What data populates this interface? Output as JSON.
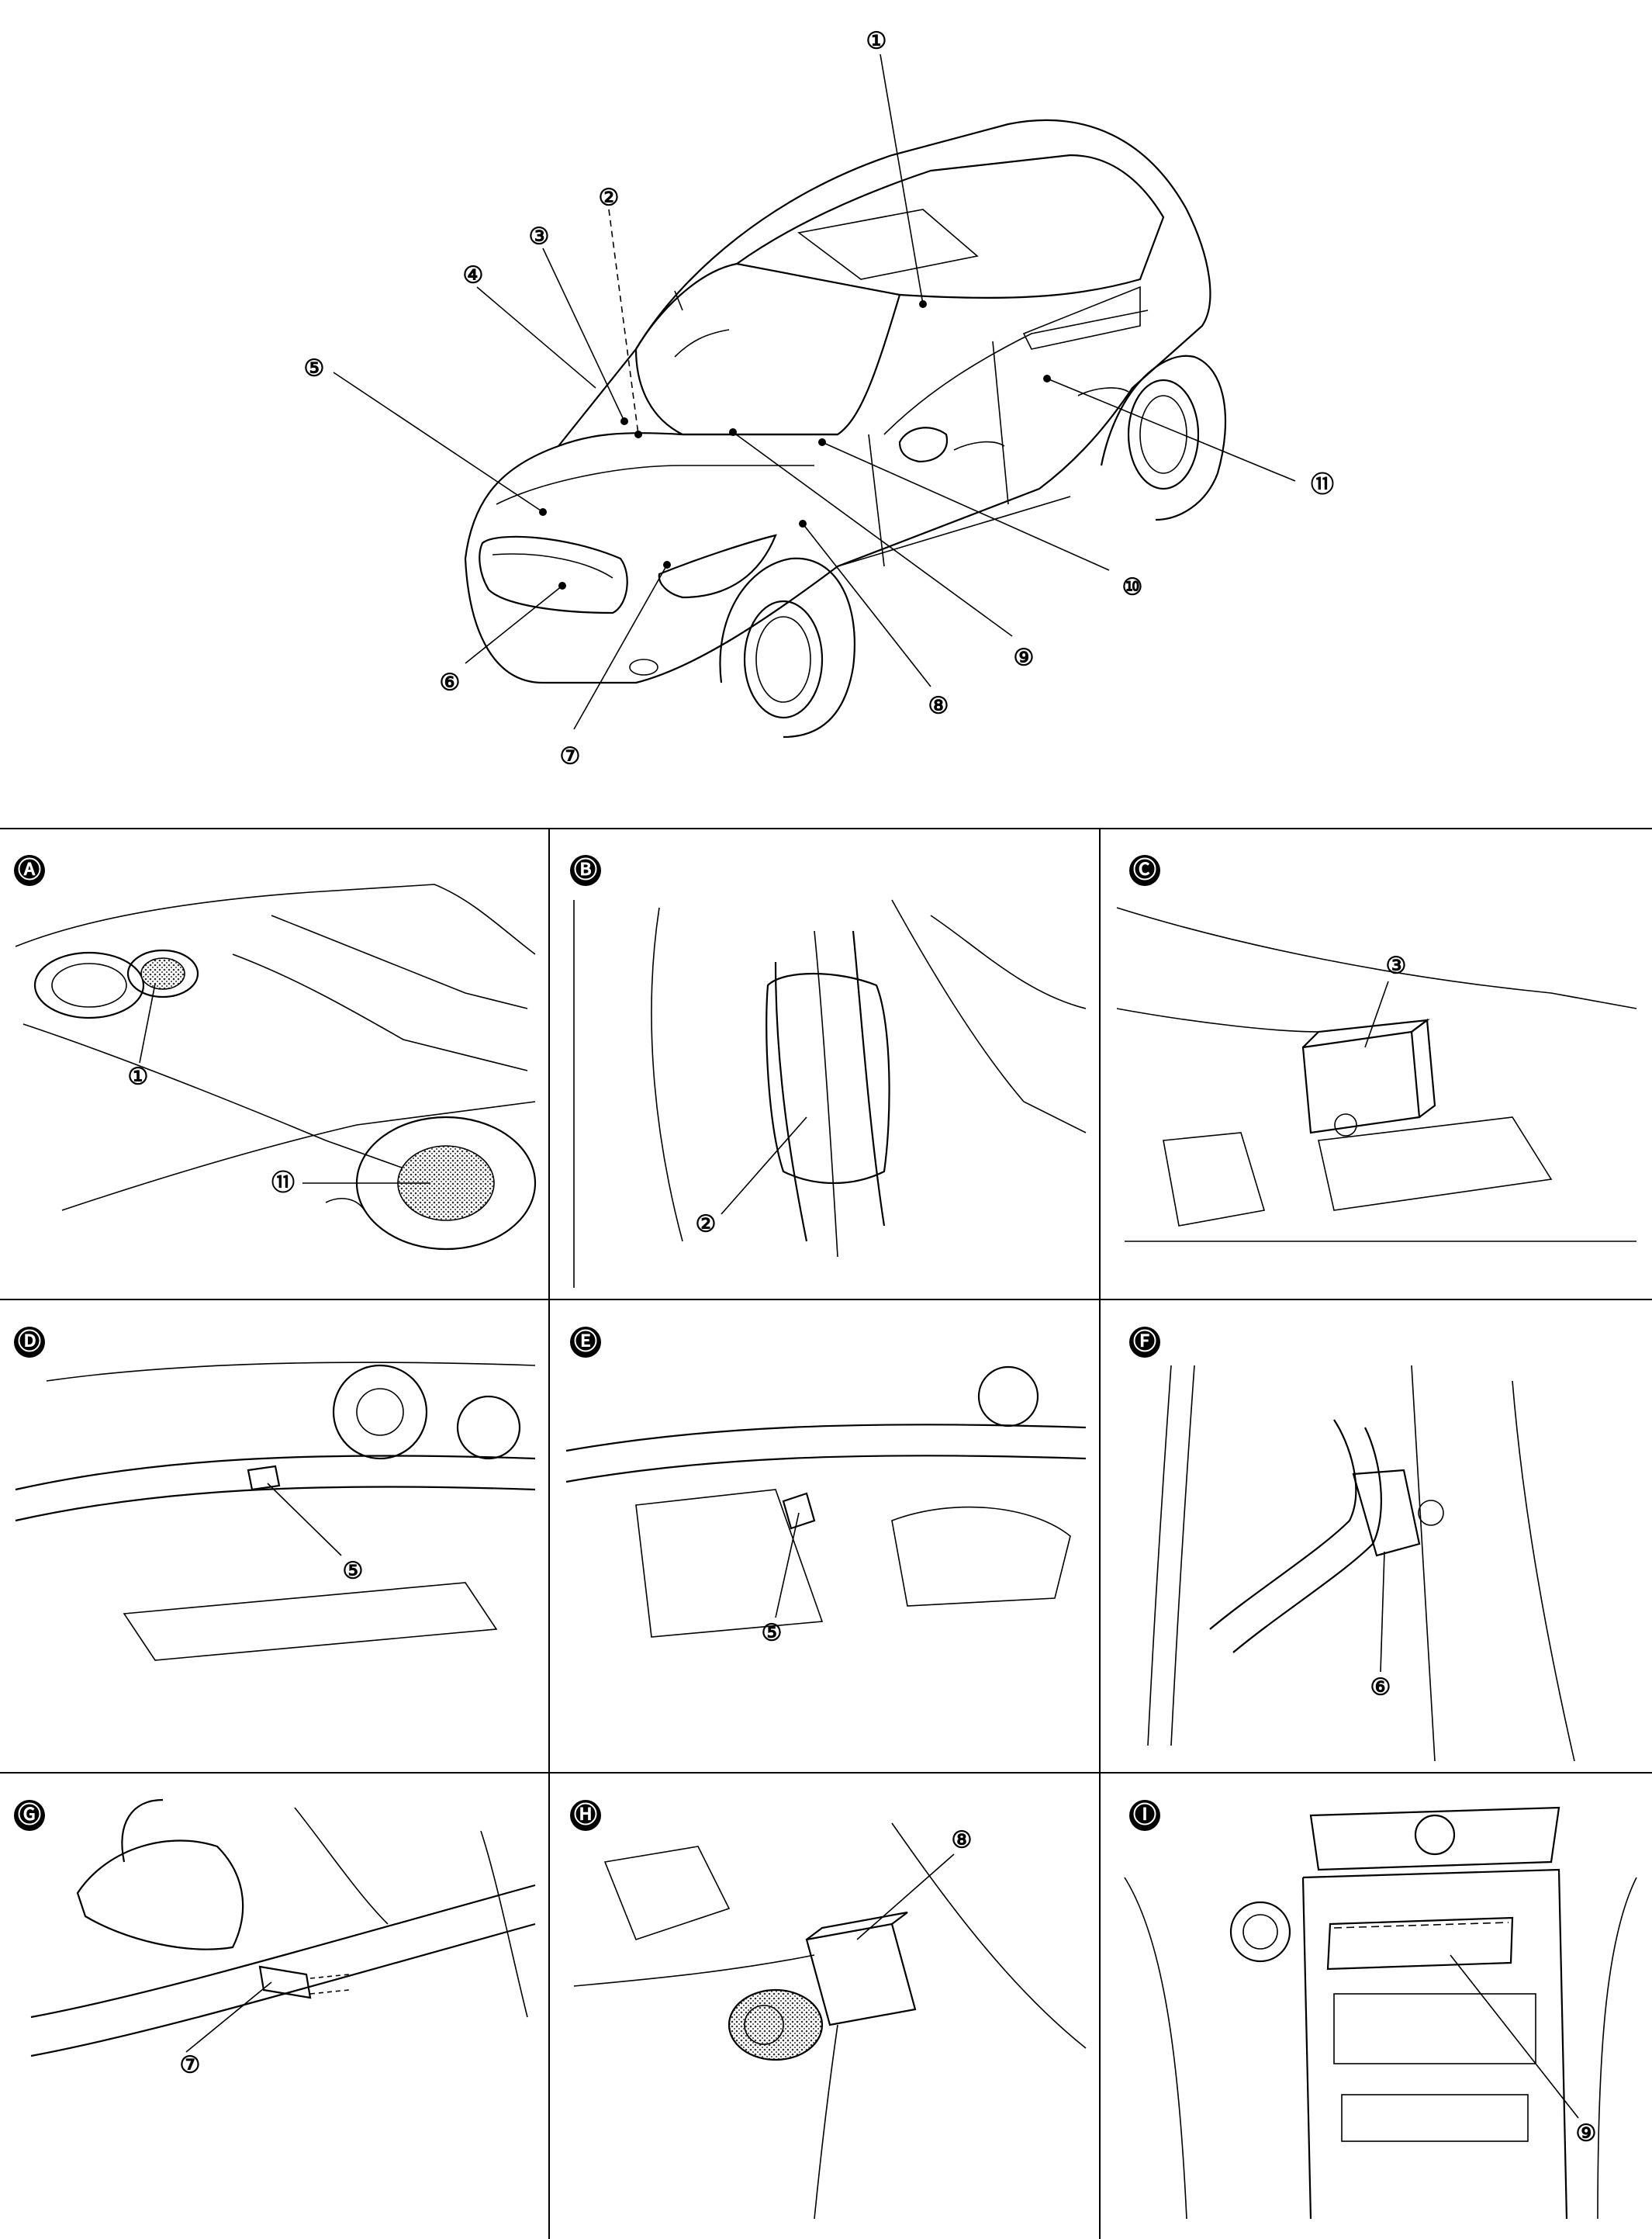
{
  "overview": {
    "callouts": [
      {
        "id": "c1",
        "label": "①"
      },
      {
        "id": "c2",
        "label": "②"
      },
      {
        "id": "c3",
        "label": "③"
      },
      {
        "id": "c4",
        "label": "④"
      },
      {
        "id": "c5",
        "label": "⑤"
      },
      {
        "id": "c6",
        "label": "⑥"
      },
      {
        "id": "c7",
        "label": "⑦"
      },
      {
        "id": "c8",
        "label": "⑧"
      },
      {
        "id": "c9",
        "label": "⑨"
      },
      {
        "id": "c10",
        "label": "⑩"
      },
      {
        "id": "c11",
        "label": "⑪"
      }
    ]
  },
  "panels": [
    {
      "letter": "Ⓐ",
      "callouts": [
        "①",
        "⑪"
      ]
    },
    {
      "letter": "Ⓑ",
      "callouts": [
        "②"
      ]
    },
    {
      "letter": "Ⓒ",
      "callouts": [
        "③"
      ]
    },
    {
      "letter": "Ⓓ",
      "callouts": [
        "⑤"
      ]
    },
    {
      "letter": "Ⓔ",
      "callouts": [
        "⑤"
      ]
    },
    {
      "letter": "Ⓕ",
      "callouts": [
        "⑥"
      ]
    },
    {
      "letter": "Ⓖ",
      "callouts": [
        "⑦"
      ]
    },
    {
      "letter": "Ⓗ",
      "callouts": [
        "⑧"
      ]
    },
    {
      "letter": "Ⓘ",
      "callouts": [
        "⑨"
      ]
    }
  ],
  "colors": {
    "ink": "#000000",
    "paper": "#ffffff",
    "stipple": "#8a8a8a"
  }
}
